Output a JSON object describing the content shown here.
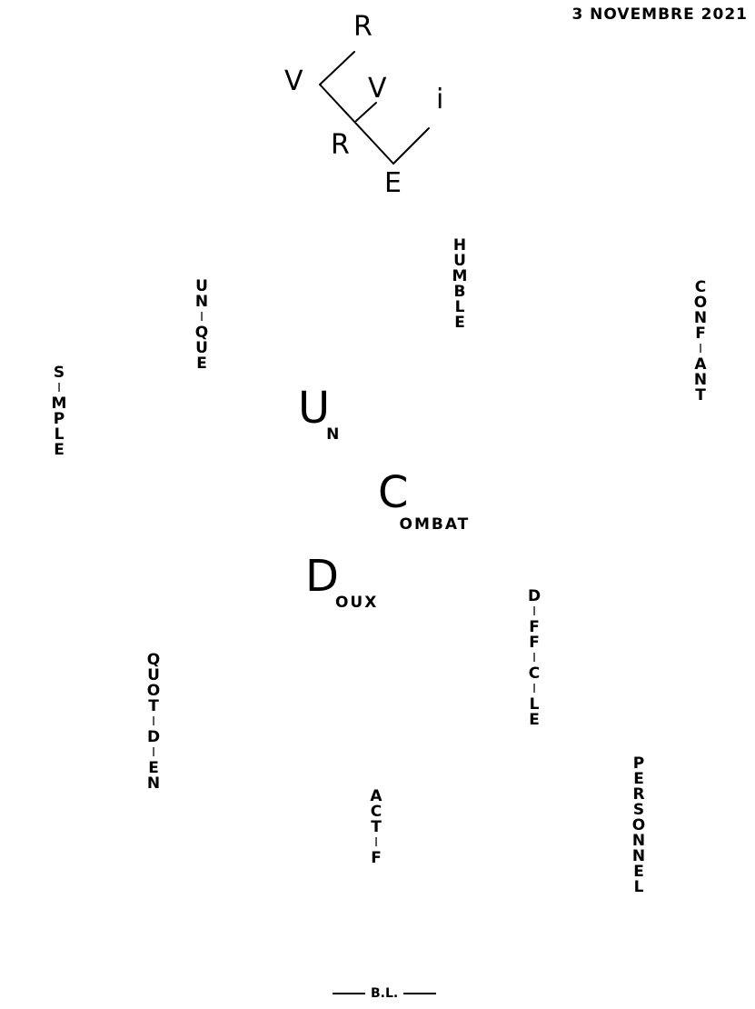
{
  "date": "3 NOVEMBRE 2021",
  "diagram": {
    "letters": [
      "R",
      "V",
      "V",
      "i",
      "R",
      "E"
    ]
  },
  "words": {
    "humble": [
      "H",
      "U",
      "M",
      "B",
      "L",
      "E"
    ],
    "unique": [
      "U",
      "N",
      "I",
      "Q",
      "U",
      "E"
    ],
    "confiant": [
      "C",
      "O",
      "N",
      "F",
      "I",
      "A",
      "N",
      "T"
    ],
    "simple": [
      "S",
      "I",
      "M",
      "P",
      "L",
      "E"
    ],
    "difficile": [
      "D",
      "I",
      "F",
      "F",
      "I",
      "C",
      "I",
      "L",
      "E"
    ],
    "quotidien": [
      "Q",
      "U",
      "O",
      "T",
      "I",
      "D",
      "I",
      "E",
      "N"
    ],
    "actif": [
      "A",
      "C",
      "T",
      "I",
      "F"
    ],
    "personnel": [
      "P",
      "E",
      "R",
      "S",
      "O",
      "N",
      "N",
      "E",
      "L"
    ]
  },
  "phrase": {
    "un_initial": "U",
    "un_rest": "N",
    "combat_initial": "C",
    "combat_rest": "OMBAT",
    "doux_initial": "D",
    "doux_rest": "OUX"
  },
  "signature": "B.L."
}
